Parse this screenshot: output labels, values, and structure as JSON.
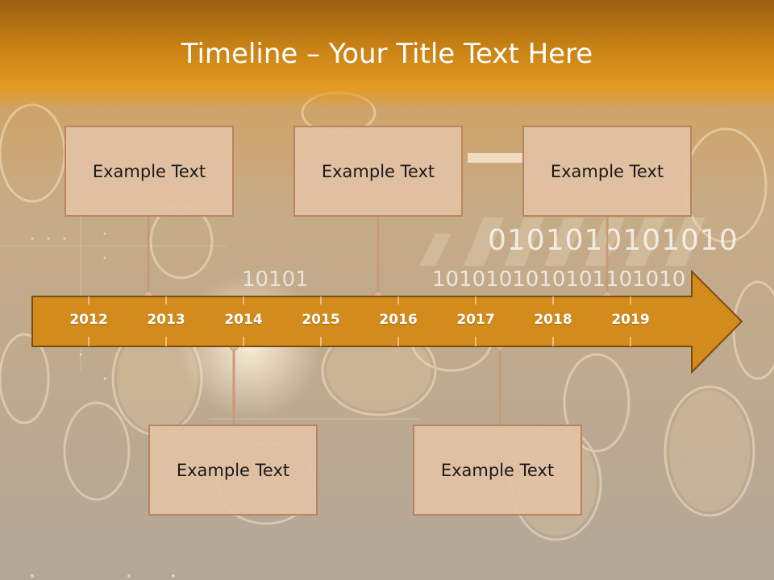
{
  "slide": {
    "title": "Timeline – Your Title Text Here",
    "binary_texts": [
      "0101010101010",
      "10101",
      "1010101010101101010"
    ]
  },
  "timeline": {
    "years": [
      "2012",
      "2013",
      "2014",
      "2015",
      "2016",
      "2017",
      "2018",
      "2019"
    ],
    "events_top": [
      {
        "text": "Example Text"
      },
      {
        "text": "Example Text"
      },
      {
        "text": "Example Text"
      }
    ],
    "events_bottom": [
      {
        "text": "Example Text"
      },
      {
        "text": "Example Text"
      }
    ]
  },
  "colors": {
    "accent": "#d38c1c",
    "arrow_border": "#7a4c10",
    "box_fill": "#e2c2a4",
    "connector": "#c79a78",
    "title": "#ffffff"
  }
}
